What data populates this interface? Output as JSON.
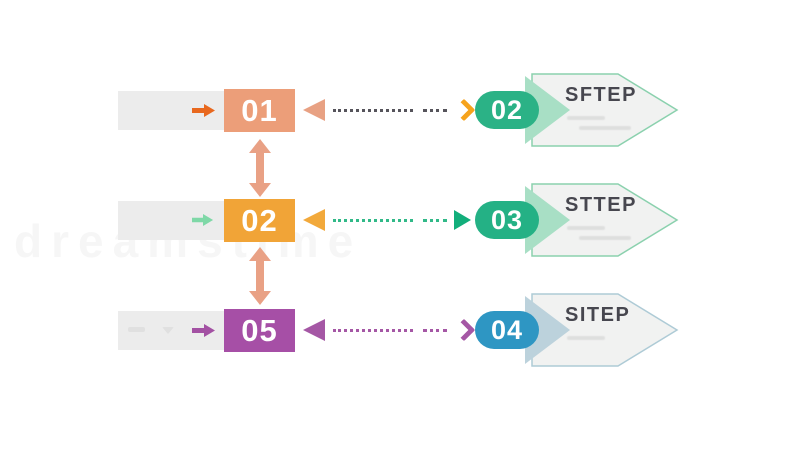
{
  "page": {
    "background": "#ffffff",
    "watermark_text": "dreamstime"
  },
  "vertical_arrow_color": "#E9A185",
  "rows": [
    {
      "box_number": "01",
      "box_color": "#EC9E79",
      "bar_color": "#ECECEC",
      "bar_arrow_color": "#E8681E",
      "connector": {
        "left_arrow_color": "#E8A183",
        "dots_color": "#56545B",
        "right_arrow_color": "#F6A31D"
      },
      "pill_number": "02",
      "pill_color": "#2BB286",
      "step_label": "SFTEP",
      "banner": {
        "body_color": "#F1F2F1",
        "border_color": "#8BD1AE",
        "accent_color": "#A8DFC5",
        "label_color": "#47474F"
      }
    },
    {
      "box_number": "02",
      "box_color": "#F1A437",
      "bar_color": "#ECECEC",
      "bar_arrow_color": "#7FD8A7",
      "connector": {
        "left_arrow_color": "#F2A93B",
        "dots_color": "#31B988",
        "right_arrow_color": "#12AE7B"
      },
      "pill_number": "03",
      "pill_color": "#24B185",
      "step_label": "STTEP",
      "banner": {
        "body_color": "#F1F2F1",
        "border_color": "#8BD1AE",
        "accent_color": "#A8DFC5",
        "label_color": "#47474F"
      }
    },
    {
      "box_number": "05",
      "box_color": "#A64FA6",
      "bar_color": "#ECECEC",
      "bar_arrow_color": "#A351A3",
      "connector": {
        "left_arrow_color": "#A557A5",
        "dots_color": "#A557A5",
        "right_arrow_color": "#A557A5"
      },
      "pill_number": "04",
      "pill_color": "#2E96C3",
      "step_label": "SITEP",
      "banner": {
        "body_color": "#F1F2F1",
        "border_color": "#AECBD6",
        "accent_color": "#BCD2DC",
        "label_color": "#47474F"
      }
    }
  ]
}
